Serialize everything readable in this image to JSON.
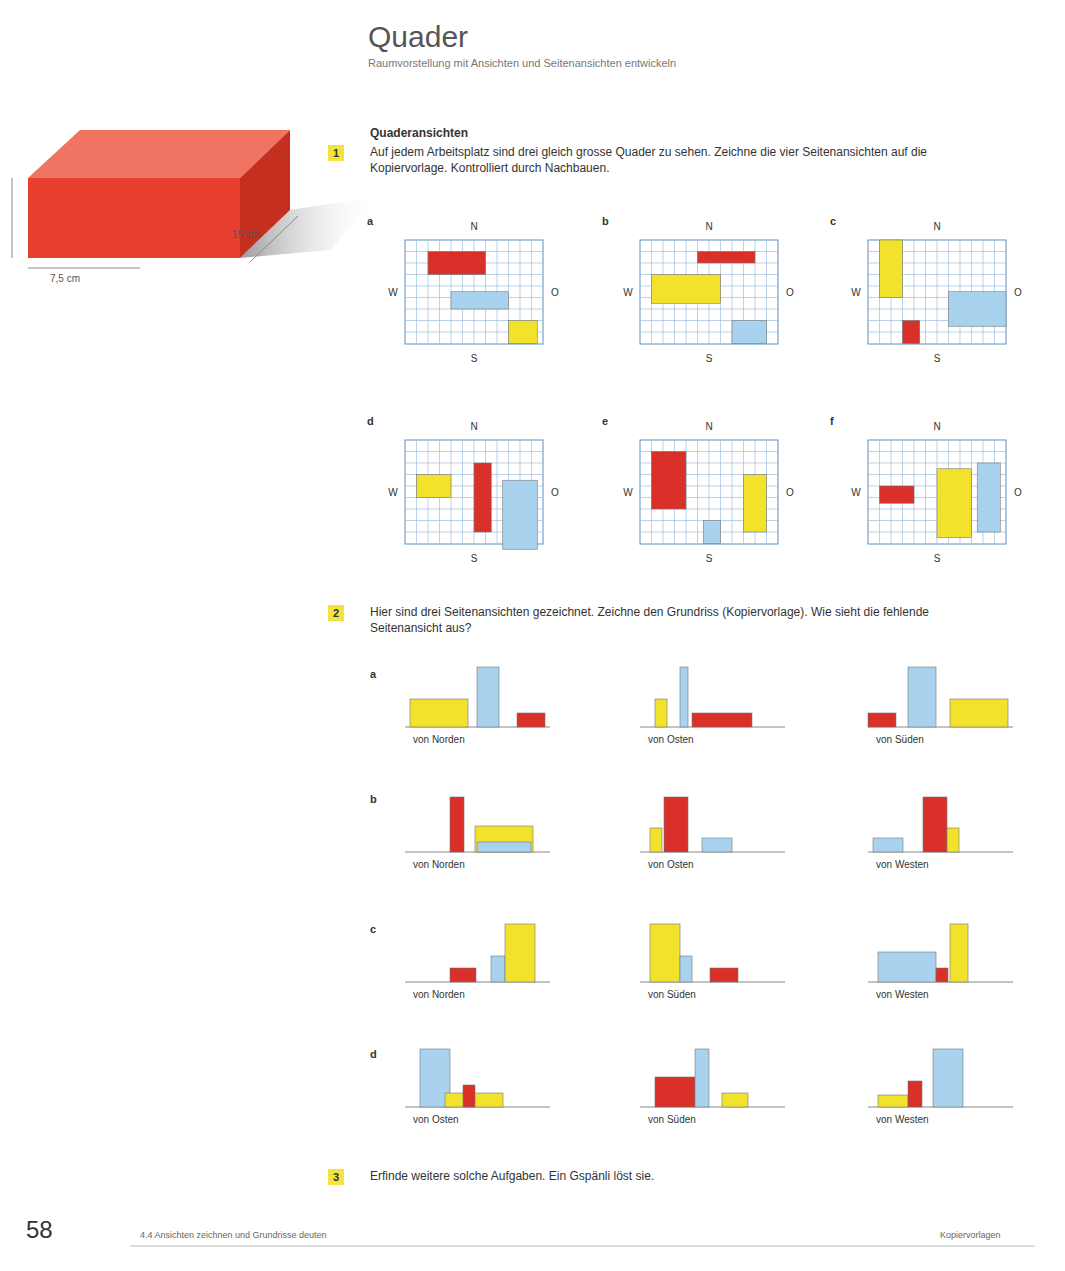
{
  "diagram": {
    "title": "Quader",
    "nodes": [
      {
        "text": [
          "1"
        ]
      },
      {
        "text": [
          "2"
        ]
      },
      {
        "text": [
          "3"
        ]
      }
    ],
    "labels": [
      "Raumvorstellung mit Ansichten und Seitenansichten entwickeln",
      "Quaderansichten",
      "Auf jedem Arbeitsplatz sind drei gleich grosse Quader zu sehen. Zeichne die vier Seitenansichten auf die Kopiervorlage. Kontrolliert durch Nachbauen.",
      "a",
      "b",
      "c",
      "d",
      "e",
      "f",
      "N",
      "W",
      "O",
      "S",
      "N",
      "W",
      "O",
      "S",
      "N",
      "W",
      "O",
      "S",
      "N",
      "W",
      "O",
      "S",
      "N",
      "W",
      "O",
      "S",
      "N",
      "W",
      "O",
      "S",
      "Hier sind drei Seitenansichten gezeichnet. Zeichne den Grundriss (Kopiervorlage). Wie sieht die fehlende Seitenansicht aus?",
      "a",
      "b",
      "c",
      "d",
      "von Norden",
      "von Osten",
      "von Süden",
      "von Norden",
      "von Osten",
      "von Westen",
      "von Norden",
      "von Süden",
      "von Westen",
      "von Osten",
      "von Süden",
      "von Westen",
      "Erfinde weitere solche Aufgaben. Ein Gspänli löst sie.",
      "15 cm",
      "7,5 cm",
      "58",
      "4.4 Ansichten zeichnen und Grundrisse deuten",
      "Kopiervorlagen"
    ]
  }
}
